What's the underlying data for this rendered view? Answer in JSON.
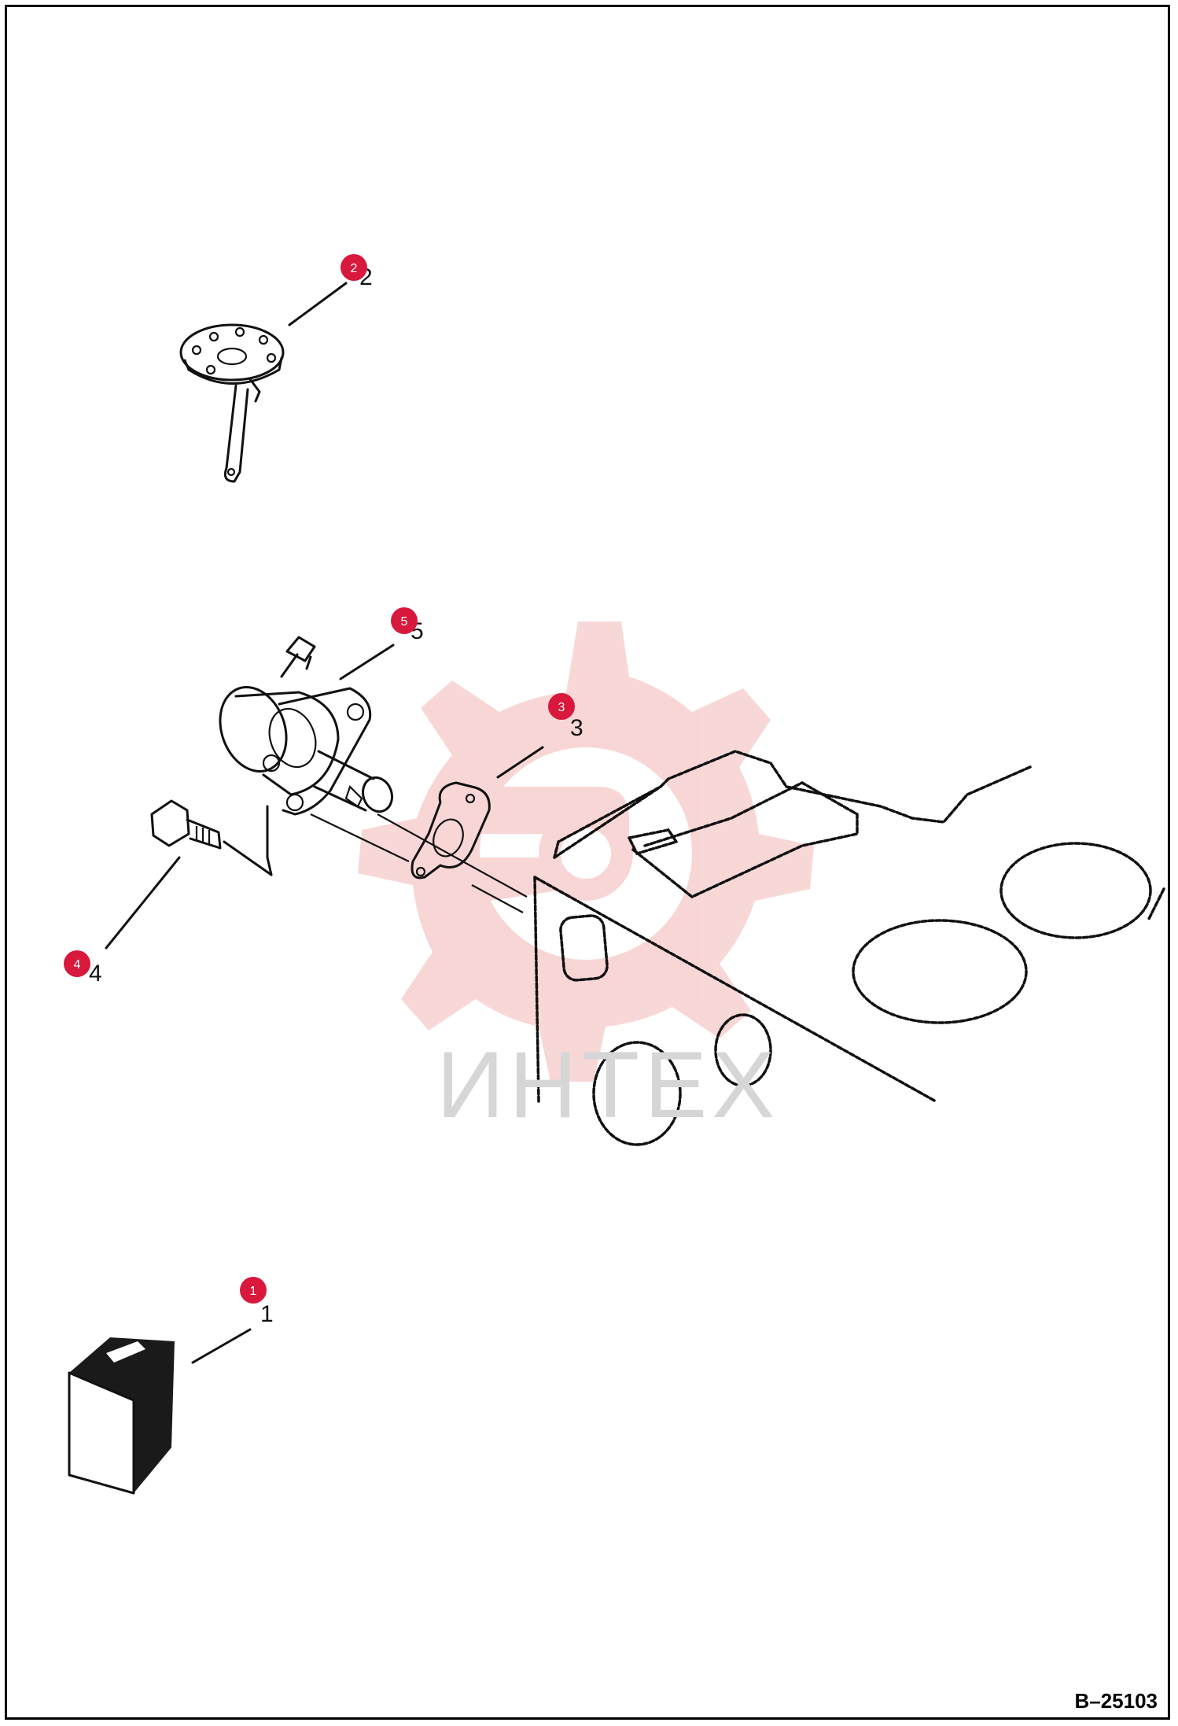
{
  "drawing_id": "B–25103",
  "watermark": {
    "text": "ИНТЕХ"
  },
  "callouts": [
    {
      "id": "callout-1",
      "badge": "1",
      "label": "1"
    },
    {
      "id": "callout-2",
      "badge": "2",
      "label": "2"
    },
    {
      "id": "callout-3",
      "badge": "3",
      "label": "3"
    },
    {
      "id": "callout-4",
      "badge": "4",
      "label": "4"
    },
    {
      "id": "callout-5",
      "badge": "5",
      "label": "5"
    }
  ],
  "colors": {
    "badge": "#d8183c",
    "watermark": "#f3b6b6",
    "ink": "#111111"
  }
}
